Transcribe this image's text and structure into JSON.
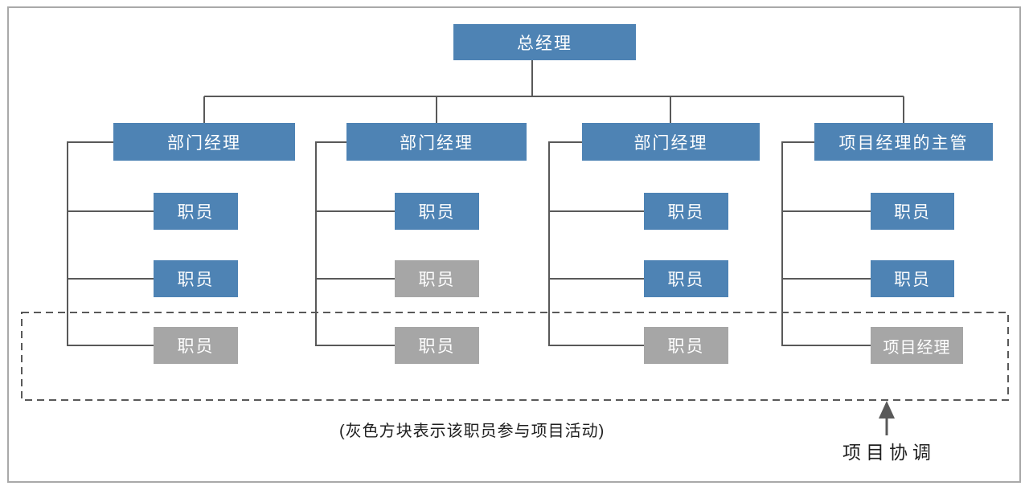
{
  "diagram": {
    "title_none": "",
    "root": {
      "label": "总经理",
      "variant": "blue"
    },
    "columns": [
      {
        "manager": {
          "label": "部门经理",
          "variant": "blue"
        },
        "staff": [
          {
            "label": "职员",
            "variant": "blue"
          },
          {
            "label": "职员",
            "variant": "blue"
          },
          {
            "label": "职员",
            "variant": "gray"
          }
        ]
      },
      {
        "manager": {
          "label": "部门经理",
          "variant": "blue"
        },
        "staff": [
          {
            "label": "职员",
            "variant": "blue"
          },
          {
            "label": "职员",
            "variant": "gray"
          },
          {
            "label": "职员",
            "variant": "gray"
          }
        ]
      },
      {
        "manager": {
          "label": "部门经理",
          "variant": "blue"
        },
        "staff": [
          {
            "label": "职员",
            "variant": "blue"
          },
          {
            "label": "职员",
            "variant": "blue"
          },
          {
            "label": "职员",
            "variant": "gray"
          }
        ]
      },
      {
        "manager": {
          "label": "项目经理的主管",
          "variant": "blue"
        },
        "staff": [
          {
            "label": "职员",
            "variant": "blue"
          },
          {
            "label": "职员",
            "variant": "blue"
          },
          {
            "label": "项目经理",
            "variant": "gray"
          }
        ]
      }
    ],
    "caption": "(灰色方块表示该职员参与项目活动)",
    "coordination_label": "项目协调",
    "legend_meaning": "灰色方块 = 参与项目活动的职员",
    "colors": {
      "node_blue": "#4e83b4",
      "node_gray": "#a6a6a6",
      "line": "#595959",
      "dashed_box": "#595959",
      "page_border": "#a9a9a9",
      "text_dark": "#1f1f1f",
      "node_text": "#ffffff"
    }
  }
}
